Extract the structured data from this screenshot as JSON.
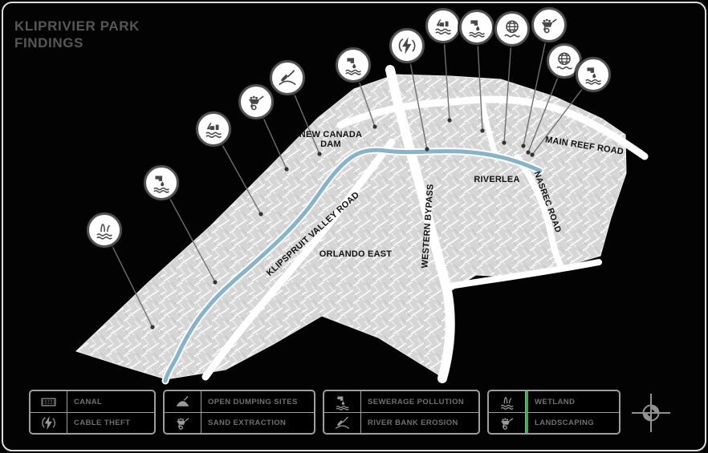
{
  "title": {
    "line1": "KLIPRIVIER PARK",
    "line2": "FINDINGS"
  },
  "map": {
    "labels": {
      "new_canada_dam_line1": "NEW CANADA",
      "new_canada_dam_line2": "DAM",
      "main_reef_road": "MAIN REEF ROAD",
      "riverlea": "RIVERLEA",
      "nasrec_road": "NASREC ROAD",
      "western_bypass": "WESTERN BYPASS",
      "klipspruit_valley_road": "KLIPSPRUIT VALLEY ROAD",
      "orlando_east": "ORLANDO EAST"
    },
    "markers": [
      "reeds-waves",
      "sewage-outfall",
      "debris-in-water",
      "wheelbarrow",
      "shovel",
      "sewage-outfall",
      "electricity",
      "debris-in-water",
      "sewage-outfall",
      "globe-net",
      "wheelbarrow",
      "globe-net",
      "sewage-outfall"
    ],
    "land_color": "#d6d6d6",
    "river_color": "#86b3c9",
    "road_color": "#ffffff"
  },
  "legend": {
    "accent_color": "#35b34a",
    "items": [
      {
        "icon": "canal-hatch-icon",
        "label": "CANAL"
      },
      {
        "icon": "electricity-icon",
        "label": "CABLE THEFT"
      },
      {
        "icon": "dump-mound-icon",
        "label": "OPEN DUMPING SITES"
      },
      {
        "icon": "wheelbarrow-icon",
        "label": "SAND EXTRACTION"
      },
      {
        "icon": "sewage-icon",
        "label": "SEWERAGE POLLUTION"
      },
      {
        "icon": "spade-icon",
        "label": "RIVER BANK EROSION"
      },
      {
        "icon": "wetland-icon",
        "label": "WETLAND"
      },
      {
        "icon": "wheelbarrow-icon",
        "label": "LANDSCAPING"
      }
    ]
  },
  "compass": {
    "name": "compass-rose"
  }
}
